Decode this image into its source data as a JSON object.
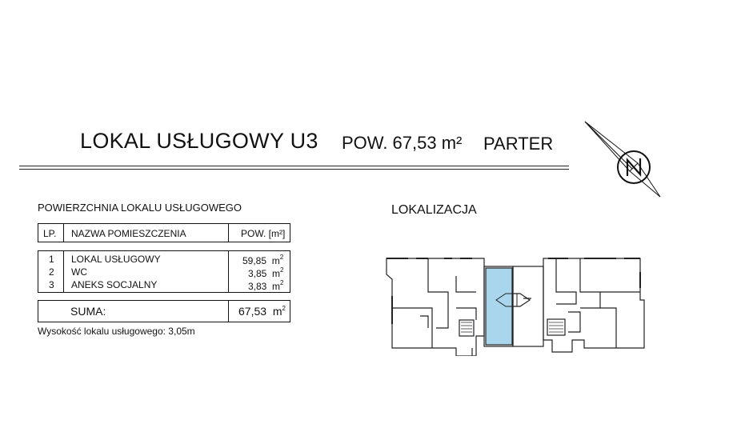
{
  "header": {
    "title": "LOKAL USŁUGOWY U3",
    "area_label": "POW. 67,53 m²",
    "floor": "PARTER"
  },
  "area_section": {
    "heading": "POWIERZCHNIA LOKALU USŁUGOWEGO",
    "columns": {
      "no": "LP.",
      "name": "NAZWA POMIESZCZENIA",
      "area": "POW. [m²]"
    },
    "rows": [
      {
        "no": "1",
        "name": "LOKAL USŁUGOWY",
        "area": "59,85",
        "unit": "m"
      },
      {
        "no": "2",
        "name": "WC",
        "area": "3,85",
        "unit": "m"
      },
      {
        "no": "3",
        "name": "ANEKS SOCJALNY",
        "area": "3,83",
        "unit": "m"
      }
    ],
    "unit_exp": "2",
    "sum_label": "SUMA:",
    "sum_value": "67,53",
    "sum_unit": "m",
    "height_note": "Wysokość lokalu usługowego: 3,05m"
  },
  "location": {
    "heading": "LOKALIZACJA",
    "highlight_color": "#a9d6ec"
  },
  "compass": {
    "north_letter": "N"
  }
}
